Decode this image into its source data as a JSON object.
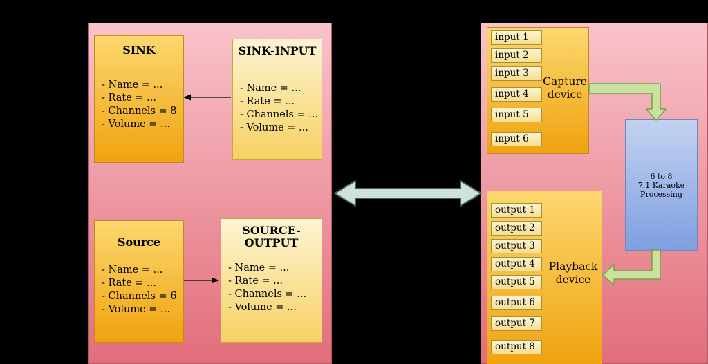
{
  "left_panel": {
    "sink": {
      "title": "SINK",
      "lines": [
        "- Name = ...",
        "- Rate = ...",
        "- Channels = 8",
        "- Volume = ..."
      ]
    },
    "sink_input": {
      "title": "SINK-INPUT",
      "lines": [
        "- Name = ...",
        "- Rate = ...",
        "- Channels = ...",
        "- Volume = ..."
      ]
    },
    "source": {
      "title": "Source",
      "lines": [
        "- Name = ...",
        "- Rate = ...",
        "- Channels = 6",
        "- Volume = ..."
      ]
    },
    "source_output": {
      "title": "SOURCE-\nOUTPUT",
      "lines": [
        "- Name = ...",
        "- Rate = ...",
        "- Channels = ...",
        "- Volume = ..."
      ]
    }
  },
  "right_panel": {
    "capture_device": {
      "label": "Capture\ndevice",
      "inputs": [
        "input 1",
        "input 2",
        "input 3",
        "input 4",
        "input 5",
        "input 6"
      ]
    },
    "processing": {
      "lines": [
        "6 to 8",
        "7.1 Karaoke",
        "Processing"
      ]
    },
    "playback_device": {
      "label": "Playback\ndevice",
      "outputs": [
        "output 1",
        "output 2",
        "output 3",
        "output 4",
        "output 5",
        "output 6",
        "output 7",
        "output 8"
      ]
    }
  },
  "colors": {
    "background": "#000000",
    "panel_top": "#f9c3ca",
    "panel_bottom": "#e26e7b",
    "orange_box_top": "#fcd76f",
    "orange_box_bottom": "#f0a30f",
    "yellow_box_top": "#fdf4d2",
    "yellow_box_bottom": "#f7d163",
    "io_item_fill": "#fdf5d3",
    "processing_top": "#c3d2f0",
    "processing_bottom": "#7f9fe0",
    "green_arrow_fill": "#c8e3a0",
    "green_arrow_stroke": "#79a246",
    "center_arrow_fill": "#cfe2d9",
    "center_arrow_stroke": "#3f6158"
  }
}
